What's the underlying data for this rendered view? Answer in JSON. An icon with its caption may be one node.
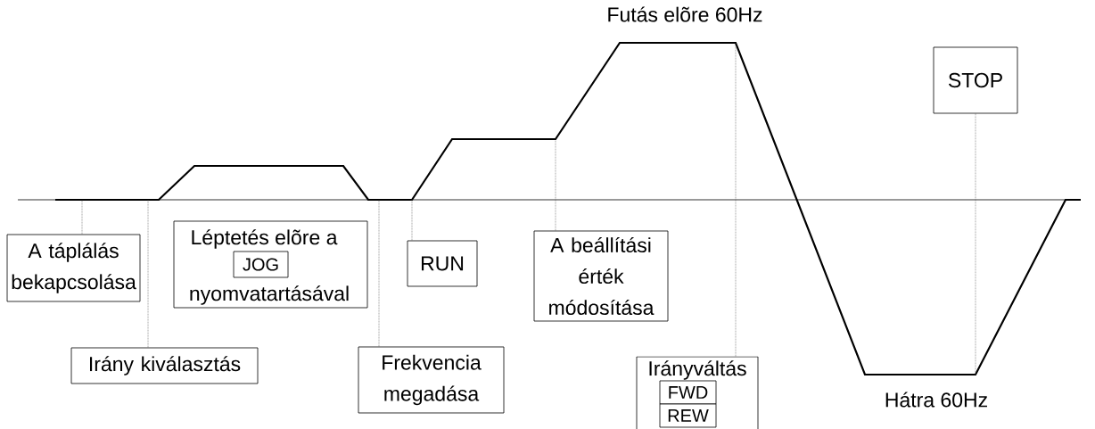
{
  "diagram": {
    "nodes": [
      {
        "text": [
          "A táplálás bekapcsolása"
        ]
      },
      {
        "text": [
          "Léptetés elõre a",
          "nyomvatartásával"
        ]
      },
      {
        "text": [
          "JOG"
        ],
        "in": 1
      },
      {
        "text": [
          "RUN"
        ]
      },
      {
        "text": [
          "A beállítási érték módosítása"
        ]
      },
      {
        "text": [
          "Irány kiválasztás"
        ]
      },
      {
        "text": [
          "Frekvencia megadása"
        ]
      },
      {
        "text": [
          "Irányváltás"
        ]
      },
      {
        "text": [
          "FWD"
        ],
        "in": 7
      },
      {
        "text": [
          "REW"
        ],
        "in": 7
      },
      {
        "text": [
          "STOP"
        ]
      }
    ],
    "edges": [
      {
        "from": 0,
        "to": null,
        "arrow": "none",
        "style": "dashed"
      },
      {
        "from": 5,
        "to": null,
        "arrow": "none",
        "style": "dashed"
      },
      {
        "from": 6,
        "to": null,
        "arrow": "none",
        "style": "dashed"
      },
      {
        "from": 3,
        "to": null,
        "arrow": "none",
        "style": "dashed"
      },
      {
        "from": 4,
        "to": null,
        "arrow": "none",
        "style": "dashed"
      },
      {
        "from": 7,
        "to": null,
        "arrow": "none",
        "style": "dashed"
      },
      {
        "from": 10,
        "to": null,
        "arrow": "none",
        "style": "dashed"
      }
    ],
    "labels": [
      "Futás elõre 60Hz",
      "Hátra 60Hz"
    ]
  }
}
